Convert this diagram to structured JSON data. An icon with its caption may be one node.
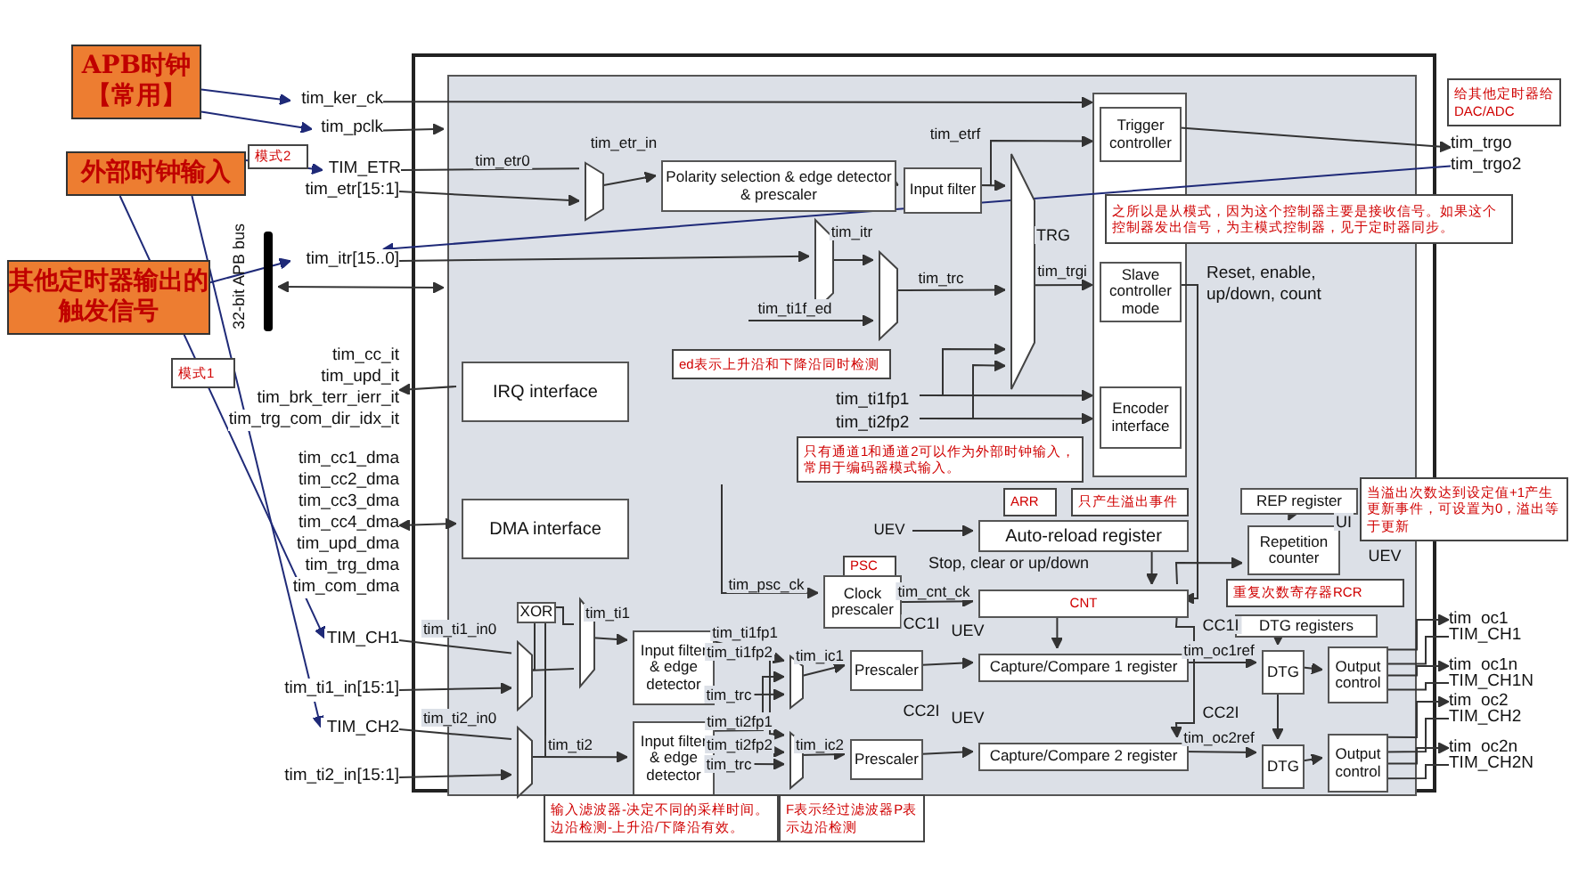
{
  "diagram": {
    "nodes": [
      {
        "text": [
          "APB时钟【常用】"
        ]
      },
      {
        "text": [
          "外部时钟输入"
        ]
      },
      {
        "text": [
          "其他定时器输出的触发信号"
        ]
      },
      {
        "text": [
          "模式2"
        ]
      },
      {
        "text": [
          "模式1"
        ]
      },
      {
        "text": [
          "给其他定时器给DAC/ADC"
        ]
      },
      {
        "text": [
          "tim_ker_ck"
        ]
      },
      {
        "text": [
          "tim_pclk"
        ]
      },
      {
        "text": [
          "TIM_ETR"
        ]
      },
      {
        "text": [
          "tim_etr[15:1]"
        ]
      },
      {
        "text": [
          "tim_itr[15..0]"
        ]
      },
      {
        "text": [
          "tim_trgo",
          "tim_trgo2"
        ]
      },
      {
        "text": [
          "tim_cc_it",
          "tim_upd_it",
          "tim_brk_terr_ierr_it",
          "tim_trg_com_dir_idx_it"
        ]
      },
      {
        "text": [
          "tim_cc1_dma",
          "tim_cc2_dma",
          "tim_cc3_dma",
          "tim_cc4_dma",
          "tim_upd_dma",
          "tim_trg_dma",
          "tim_com_dma"
        ]
      },
      {
        "text": [
          "TIM_CH1"
        ]
      },
      {
        "text": [
          "tim_ti1_in[15:1]"
        ]
      },
      {
        "text": [
          "TIM_CH2"
        ]
      },
      {
        "text": [
          "tim_ti2_in[15:1]"
        ]
      },
      {
        "text": [],
        "shape": "box"
      },
      {
        "text": [],
        "shape": "box",
        "in": 18
      },
      {
        "text": [],
        "shape": "trapezoid",
        "in": 19
      },
      {
        "text": [
          "Polarity selection & edge detector & prescaler"
        ],
        "in": 19
      },
      {
        "text": [
          "Input filter"
        ],
        "in": 19
      },
      {
        "text": [],
        "shape": "trapezoid",
        "in": 19
      },
      {
        "text": [],
        "shape": "trapezoid",
        "in": 19
      },
      {
        "text": [],
        "shape": "trapezoid",
        "in": 19
      },
      {
        "text": [],
        "shape": "box",
        "in": 19
      },
      {
        "text": [
          "Trigger controller"
        ],
        "in": 26
      },
      {
        "text": [
          "Slave controller mode"
        ],
        "in": 26
      },
      {
        "text": [
          "Encoder interface"
        ],
        "in": 26
      },
      {
        "text": [
          "之所以是从模式，因为这个控制器主要是接收信号。如果这个控制器发出信号，为主模式控制器，见于定时器同步。"
        ]
      },
      {
        "text": [
          "ed表示上升沿和下降沿同时检测"
        ],
        "in": 19
      },
      {
        "text": [
          "IRQ interface"
        ],
        "in": 19
      },
      {
        "text": [
          "只有通道1和通道2可以作为外部时钟输入，常用于编码器模式输入。"
        ],
        "in": 19
      },
      {
        "text": [
          "DMA interface"
        ],
        "in": 19
      },
      {
        "text": [
          "ARR"
        ],
        "in": 19
      },
      {
        "text": [
          "Auto-reload register"
        ],
        "in": 19
      },
      {
        "text": [
          "PSC"
        ],
        "in": 19
      },
      {
        "text": [
          "Clock prescaler"
        ],
        "in": 19
      },
      {
        "text": [
          "CNT"
        ],
        "in": 19
      },
      {
        "text": [
          "只产生溢出事件"
        ],
        "in": 19
      },
      {
        "text": [
          "REP register"
        ],
        "in": 19
      },
      {
        "text": [
          "Repetition counter"
        ],
        "in": 19
      },
      {
        "text": [
          "重复次数寄存器RCR"
        ],
        "in": 19
      },
      {
        "text": [
          "当溢出次数达到设定值+1产生更新事件，可设置为0，溢出等于更新"
        ]
      },
      {
        "text": [
          "DTG registers"
        ],
        "in": 19
      },
      {
        "text": [
          "XOR"
        ],
        "in": 19
      },
      {
        "text": [],
        "shape": "trapezoid",
        "in": 19
      },
      {
        "text": [],
        "shape": "trapezoid",
        "in": 19
      },
      {
        "text": [],
        "shape": "trapezoid",
        "in": 19
      },
      {
        "text": [
          "Input filter & edge detector"
        ],
        "in": 19
      },
      {
        "text": [
          "Input filter & edge detector"
        ],
        "in": 19
      },
      {
        "text": [],
        "shape": "trapezoid",
        "in": 19
      },
      {
        "text": [],
        "shape": "trapezoid",
        "in": 19
      },
      {
        "text": [
          "Prescaler"
        ],
        "in": 19
      },
      {
        "text": [
          "Prescaler"
        ],
        "in": 19
      },
      {
        "text": [
          "Capture/Compare 1 register"
        ],
        "in": 19
      },
      {
        "text": [
          "Capture/Compare 2 register"
        ],
        "in": 19
      },
      {
        "text": [
          "DTG"
        ],
        "in": 19
      },
      {
        "text": [
          "DTG"
        ],
        "in": 19
      },
      {
        "text": [
          "Output control"
        ],
        "in": 19
      },
      {
        "text": [
          "Output control"
        ],
        "in": 19
      },
      {
        "text": [
          "输入滤波器-决定不同的采样时间。边沿检测-上升沿/下降沿有效。"
        ]
      },
      {
        "text": [
          "F表示经过滤波器P表示边沿检测"
        ]
      },
      {
        "text": [
          "tim_oc1"
        ]
      },
      {
        "text": [
          "TIM_CH1"
        ]
      },
      {
        "text": [
          "tim_oc1n"
        ]
      },
      {
        "text": [
          "TIM_CH1N"
        ]
      },
      {
        "text": [
          "tim_oc2"
        ]
      },
      {
        "text": [
          "TIM_CH2"
        ]
      },
      {
        "text": [
          "tim_oc2n"
        ]
      },
      {
        "text": [
          "TIM_CH2N"
        ]
      },
      {
        "text": [
          "32-bit APB bus"
        ]
      },
      {
        "text": [
          "tim_ti1fp1"
        ],
        "in": 19
      },
      {
        "text": [
          "tim_ti2fp2"
        ],
        "in": 19
      }
    ],
    "edges": [
      {
        "from": 0,
        "to": 6,
        "arrow": "to",
        "color": "#1f2a78"
      },
      {
        "from": 0,
        "to": 7,
        "arrow": "to",
        "color": "#1f2a78"
      },
      {
        "from": 1,
        "to": 8,
        "arrow": "to",
        "color": "#1f2a78"
      },
      {
        "from": 1,
        "to": 14,
        "arrow": "to",
        "color": "#1f2a78"
      },
      {
        "from": 1,
        "to": 16,
        "arrow": "to",
        "color": "#1f2a78"
      },
      {
        "from": 2,
        "to": 10,
        "arrow": "to",
        "color": "#1f2a78"
      },
      {
        "from": 11,
        "to": 10,
        "arrow": "to",
        "color": "#1f2a78"
      },
      {
        "from": 6,
        "to": 27,
        "arrow": "to"
      },
      {
        "from": 7,
        "to": 19,
        "arrow": "to"
      },
      {
        "from": 72,
        "to": 19,
        "arrow": "both"
      },
      {
        "from": 8,
        "to": 20,
        "label": "tim_etr0",
        "arrow": "none"
      },
      {
        "from": 9,
        "to": 20,
        "arrow": "to"
      },
      {
        "from": 20,
        "to": 21,
        "label": "tim_etr_in",
        "arrow": "to"
      },
      {
        "from": 21,
        "to": 22,
        "arrow": "to"
      },
      {
        "from": 22,
        "to": 27,
        "label": "tim_etrf",
        "arrow": "to"
      },
      {
        "from": 22,
        "to": 25,
        "arrow": "to"
      },
      {
        "from": 10,
        "to": 23,
        "arrow": "to"
      },
      {
        "from": 23,
        "to": 24,
        "label": "tim_itr",
        "arrow": "to"
      },
      {
        "from": null,
        "to": 24,
        "label": "tim_ti1f_ed",
        "arrow": "to"
      },
      {
        "from": 24,
        "to": 25,
        "label": "tim_trc",
        "arrow": "to"
      },
      {
        "from": 25,
        "to": 28,
        "label": "tim_trgi",
        "arrow": "to"
      },
      {
        "from": 73,
        "to": 25,
        "arrow": "to"
      },
      {
        "from": 73,
        "to": 29,
        "arrow": "to"
      },
      {
        "from": 74,
        "to": 25,
        "arrow": "to"
      },
      {
        "from": 74,
        "to": 29,
        "arrow": "to"
      },
      {
        "from": 27,
        "to": 11,
        "arrow": "to"
      },
      {
        "from": 28,
        "to": 39,
        "label": "Reset, enable, up/down, count",
        "arrow": "to"
      },
      {
        "from": 32,
        "to": 12,
        "arrow": "to"
      },
      {
        "from": 34,
        "to": 13,
        "arrow": "both"
      },
      {
        "from": null,
        "to": 36,
        "label": "UEV",
        "arrow": "to"
      },
      {
        "from": 36,
        "to": 39,
        "arrow": "to"
      },
      {
        "from": null,
        "to": 38,
        "label": "tim_psc_ck",
        "arrow": "to"
      },
      {
        "from": 38,
        "to": 39,
        "label": "tim_cnt_ck",
        "arrow": "to"
      },
      {
        "from": 39,
        "to": 42,
        "arrow": "to"
      },
      {
        "from": 41,
        "to": 42,
        "arrow": "to"
      },
      {
        "from": 39,
        "to": 56,
        "arrow": "to"
      },
      {
        "from": 39,
        "to": 57,
        "arrow": "to"
      },
      {
        "from": 14,
        "to": 47,
        "label": "tim_ti1_in0",
        "arrow": "none"
      },
      {
        "from": 15,
        "to": 47,
        "arrow": "to"
      },
      {
        "from": 16,
        "to": 48,
        "label": "tim_ti2_in0",
        "arrow": "none"
      },
      {
        "from": 17,
        "to": 48,
        "arrow": "to"
      },
      {
        "from": 47,
        "to": 46,
        "arrow": "none"
      },
      {
        "from": 48,
        "to": 46,
        "arrow": "none"
      },
      {
        "from": 47,
        "to": 49,
        "arrow": "none"
      },
      {
        "from": 46,
        "to": 49,
        "arrow": "none"
      },
      {
        "from": 49,
        "to": 50,
        "label": "tim_ti1",
        "arrow": "to"
      },
      {
        "from": 48,
        "to": 51,
        "label": "tim_ti2",
        "arrow": "to"
      },
      {
        "from": 50,
        "to": 52,
        "label": "tim_ti1fp1",
        "arrow": "to"
      },
      {
        "from": 50,
        "to": 53,
        "label": "tim_ti1fp2",
        "arrow": "to"
      },
      {
        "from": 51,
        "to": 52,
        "label": "tim_ti2fp1",
        "arrow": "to"
      },
      {
        "from": 51,
        "to": 53,
        "label": "tim_ti2fp2",
        "arrow": "to"
      },
      {
        "from": null,
        "to": 52,
        "label": "tim_trc",
        "arrow": "to"
      },
      {
        "from": null,
        "to": 53,
        "label": "tim_trc",
        "arrow": "to"
      },
      {
        "from": 52,
        "to": 54,
        "label": "tim_ic1",
        "arrow": "to"
      },
      {
        "from": 53,
        "to": 55,
        "label": "tim_ic2",
        "arrow": "to"
      },
      {
        "from": 54,
        "to": 56,
        "arrow": "to"
      },
      {
        "from": 55,
        "to": 57,
        "arrow": "to"
      },
      {
        "from": 56,
        "to": 58,
        "label": "tim_oc1ref",
        "arrow": "to"
      },
      {
        "from": 57,
        "to": 59,
        "label": "tim_oc2ref",
        "arrow": "to"
      },
      {
        "from": 45,
        "to": 58,
        "arrow": "to"
      },
      {
        "from": 58,
        "to": 59,
        "arrow": "to"
      },
      {
        "from": 58,
        "to": 60,
        "arrow": "to"
      },
      {
        "from": 59,
        "to": 61,
        "arrow": "to"
      },
      {
        "from": 60,
        "to": 64,
        "arrow": "to"
      },
      {
        "from": 60,
        "to": 65,
        "arrow": "none"
      },
      {
        "from": 60,
        "to": 66,
        "arrow": "to"
      },
      {
        "from": 60,
        "to": 67,
        "arrow": "none"
      },
      {
        "from": 61,
        "to": 68,
        "arrow": "to"
      },
      {
        "from": 61,
        "to": 69,
        "arrow": "none"
      },
      {
        "from": 61,
        "to": 70,
        "arrow": "to"
      },
      {
        "from": 61,
        "to": 71,
        "arrow": "none"
      }
    ],
    "labels": [
      "TRG",
      "Stop, clear or up/down",
      "UI",
      "UEV",
      "CC1I",
      "UEV",
      "CC1I",
      "CC2I",
      "UEV",
      "CC2I"
    ]
  }
}
